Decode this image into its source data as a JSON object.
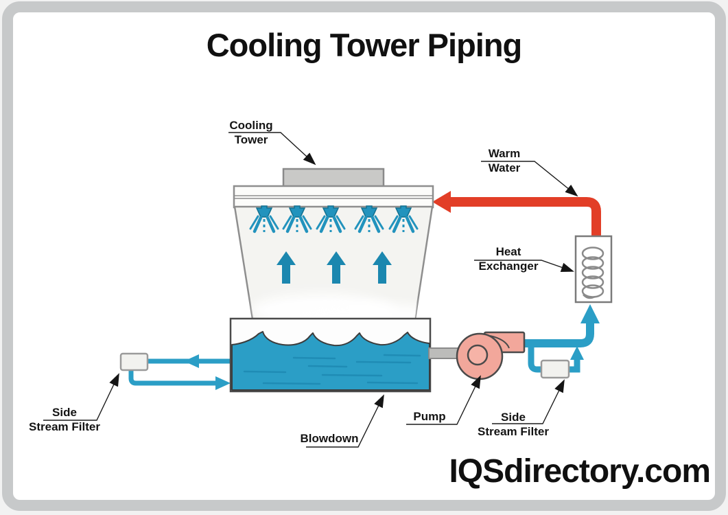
{
  "title": "Cooling Tower Piping",
  "watermark": "IQSdirectory.com",
  "labels": {
    "cooling_tower": {
      "line1": "Cooling",
      "line2": "Tower"
    },
    "warm_water": {
      "line1": "Warm",
      "line2": "Water"
    },
    "heat_exchanger": {
      "line1": "Heat",
      "line2": "Exchanger"
    },
    "pump": {
      "line1": "Pump"
    },
    "blowdown": {
      "line1": "Blowdown"
    },
    "side_stream_filter_left": {
      "line1": "Side",
      "line2": "Stream Filter"
    },
    "side_stream_filter_right": {
      "line1": "Side",
      "line2": "Stream Filter"
    }
  },
  "colors": {
    "water": "#2b9ec6",
    "cool_pipe": "#2b9ec6",
    "cool_arrow": "#2b9ec6",
    "spray": "#2293bd",
    "updraft": "#1b87af",
    "warm_pipe": "#e23e27",
    "warm_arrow": "#e23e27",
    "pump_body": "#f2a79b",
    "metal_gray": "#c9c9c7",
    "frame_gray": "#c7c9ca"
  }
}
